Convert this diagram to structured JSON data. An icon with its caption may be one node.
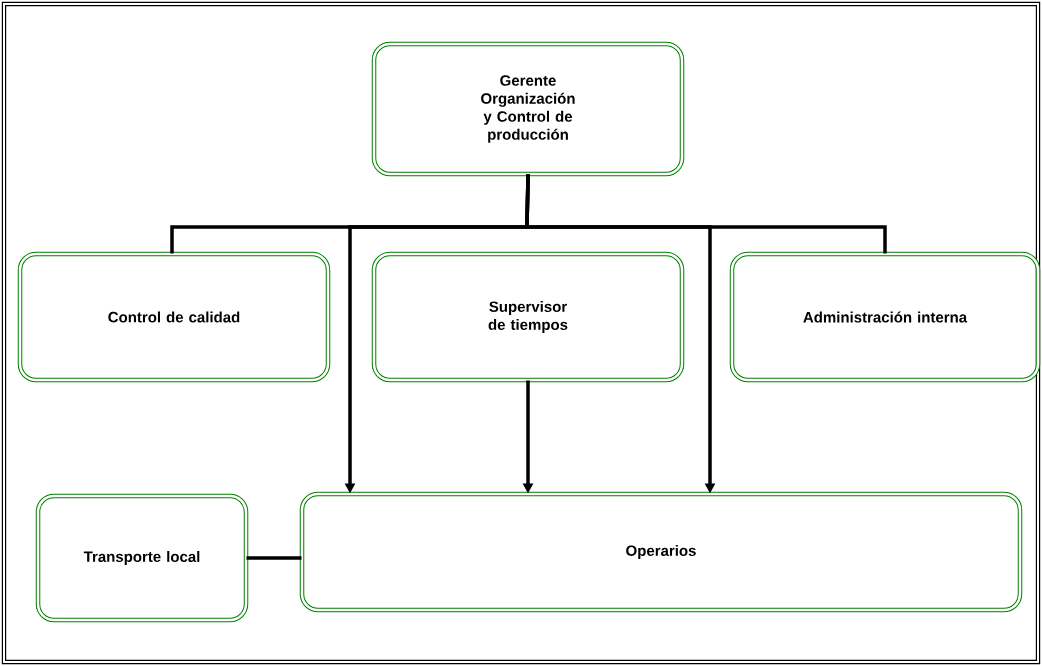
{
  "diagram": {
    "nodes": [
      {
        "text": [
          "Gerente Organización y Control de producción"
        ]
      },
      {
        "text": [
          "Control de calidad"
        ]
      },
      {
        "text": [
          "Supervisor de tiempos"
        ]
      },
      {
        "text": [
          "Administración interna"
        ]
      },
      {
        "text": [
          "Transporte local"
        ]
      },
      {
        "text": [
          "Operarios"
        ]
      }
    ],
    "edges": [
      {
        "from": 0,
        "to": 1,
        "arrow": "none"
      },
      {
        "from": 0,
        "to": 3,
        "arrow": "none"
      },
      {
        "from": 0,
        "to": 5,
        "arrow": "to"
      },
      {
        "from": 0,
        "to": 5,
        "arrow": "to"
      },
      {
        "from": 2,
        "to": 5,
        "arrow": "to"
      },
      {
        "from": 4,
        "to": 5,
        "arrow": "none"
      }
    ]
  }
}
